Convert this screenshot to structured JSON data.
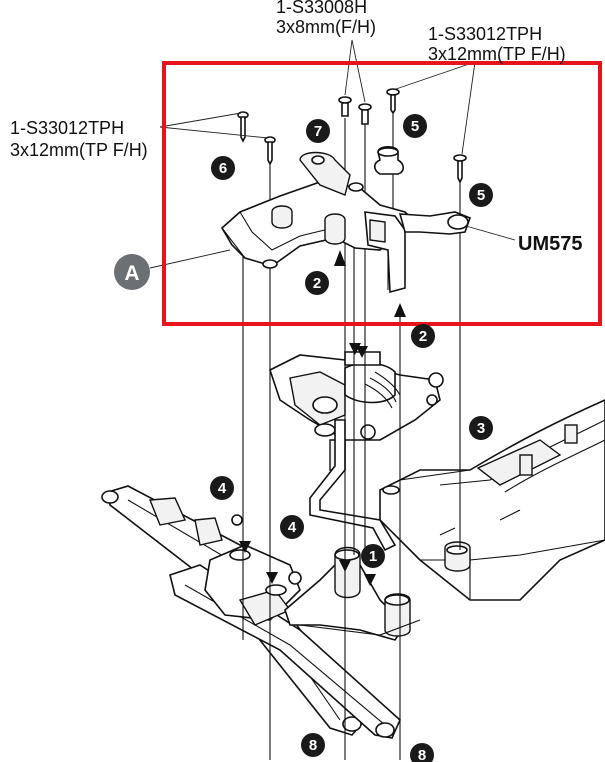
{
  "callouts": {
    "s33008h_part": "1-S33008H",
    "s33008h_size": "3x8mm(F/H)",
    "s33012tph_right_part": "1-S33012TPH",
    "s33012tph_right_size": "3x12mm(TP F/H)",
    "s33012tph_left_part": "1-S33012TPH",
    "s33012tph_left_size": "3x12mm(TP F/H)",
    "um575": "UM575",
    "detail_letter": "A"
  },
  "steps": {
    "s1": "1",
    "s2a": "2",
    "s2b": "2",
    "s3": "3",
    "s4a": "4",
    "s4b": "4",
    "s5a": "5",
    "s5b": "5",
    "s6": "6",
    "s7": "7",
    "s8a": "8",
    "s8b": "8"
  },
  "highlight": {
    "color": "#e8141c"
  },
  "colors": {
    "step_badge": "#1a1a1a",
    "detail_badge": "#6b7075"
  }
}
